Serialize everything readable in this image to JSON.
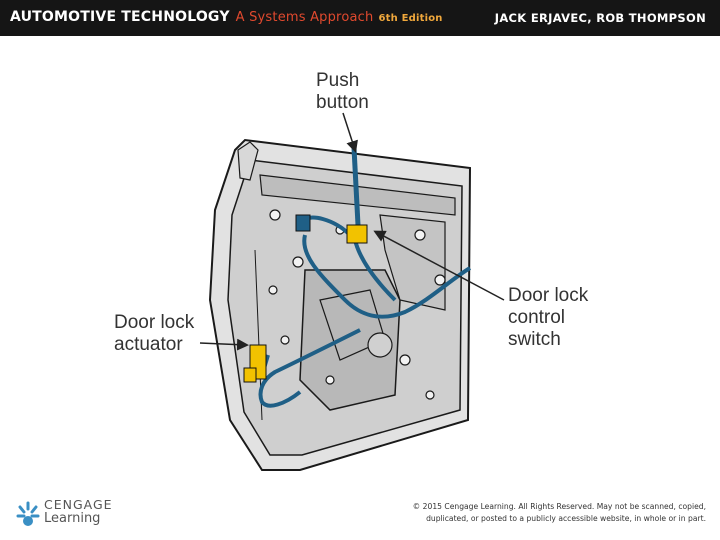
{
  "header": {
    "title": "AUTOMOTIVE TECHNOLOGY",
    "subtitle": "A Systems Approach",
    "edition": "6th Edition",
    "authors": "JACK ERJAVEC, ROB THOMPSON"
  },
  "diagram": {
    "labels": {
      "push_button": [
        "Push",
        "button"
      ],
      "door_lock_actuator": [
        "Door lock",
        "actuator"
      ],
      "door_lock_control_switch": [
        "Door lock",
        "control",
        "switch"
      ]
    }
  },
  "footer": {
    "logo_line1": "CENGAGE",
    "logo_line2": "Learning",
    "copyright_line1": "© 2015 Cengage Learning. All Rights Reserved. May not be scanned, copied,",
    "copyright_line2": "duplicated, or posted to a publicly accessible website, in whole or in part."
  },
  "colors": {
    "header_bg": "#151515",
    "subtitle": "#e0492e",
    "edition": "#f0a83c",
    "harness": "#1f5f86",
    "connector": "#f2c200"
  }
}
